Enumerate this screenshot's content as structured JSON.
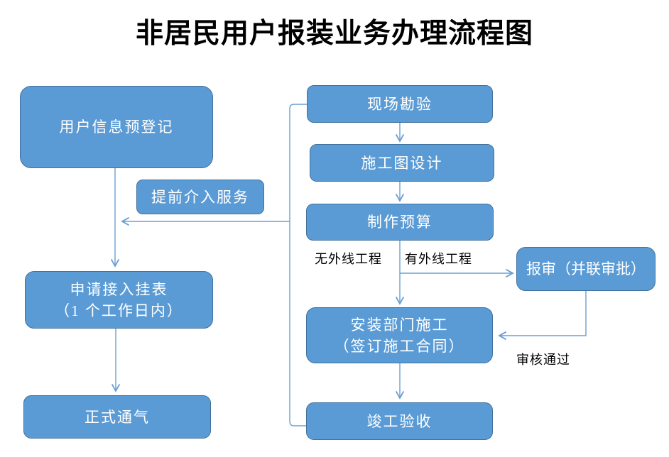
{
  "title": "非居民用户报装业务办理流程图",
  "nodes": {
    "pre_register": {
      "label": "用户信息预登记"
    },
    "early_service": {
      "label": "提前介入服务"
    },
    "apply_meter": {
      "line1": "申请接入挂表",
      "line2": "（1 个工作日内）"
    },
    "official_gas": {
      "label": "正式通气"
    },
    "site_survey": {
      "label": "现场勘验"
    },
    "design": {
      "label": "施工图设计"
    },
    "budget": {
      "label": "制作预算"
    },
    "review": {
      "label": "报审（并联审批）"
    },
    "install": {
      "line1": "安装部门施工",
      "line2": "（签订施工合同）"
    },
    "acceptance": {
      "label": "竣工验收"
    }
  },
  "edge_labels": {
    "no_external": "无外线工程",
    "has_external": "有外线工程",
    "review_passed": "审核通过"
  },
  "colors": {
    "box_fill": "#5B9BD5",
    "box_border": "#41719C",
    "connector": "#6B9FD4",
    "box_text": "#FFFFFF",
    "label_text": "#000000",
    "title_text": "#000000"
  }
}
